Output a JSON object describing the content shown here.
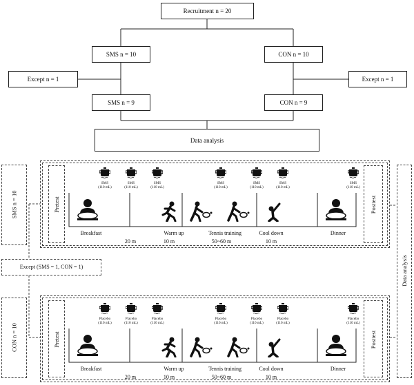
{
  "flowchart": {
    "recruitment": "Recruitment n = 20",
    "sms_group": "SMS n = 10",
    "con_group": "CON n = 10",
    "except_left": "Except n = 1",
    "except_right": "Except n = 1",
    "sms_final": "SMS n = 9",
    "con_final": "CON n = 9",
    "data_analysis": "Data analysis"
  },
  "protocol": {
    "sms_side_label": "SMS n = 10",
    "con_side_label": "CON n = 10",
    "except_label": "Except (SMS = 1, CON = 1)",
    "pretest": "Pretest",
    "posttest": "Posttest",
    "data_analysis_vertical": "Data analysis",
    "sms_drink": "SMS",
    "placebo_drink": "Placebo",
    "volume": "(110 mL)",
    "activities": [
      "Breakfast",
      "Warm up",
      "Tennis training",
      "Cool down",
      "Dinner"
    ],
    "durations": [
      "20 m",
      "10 m",
      "50~60 m",
      "10 m"
    ]
  }
}
